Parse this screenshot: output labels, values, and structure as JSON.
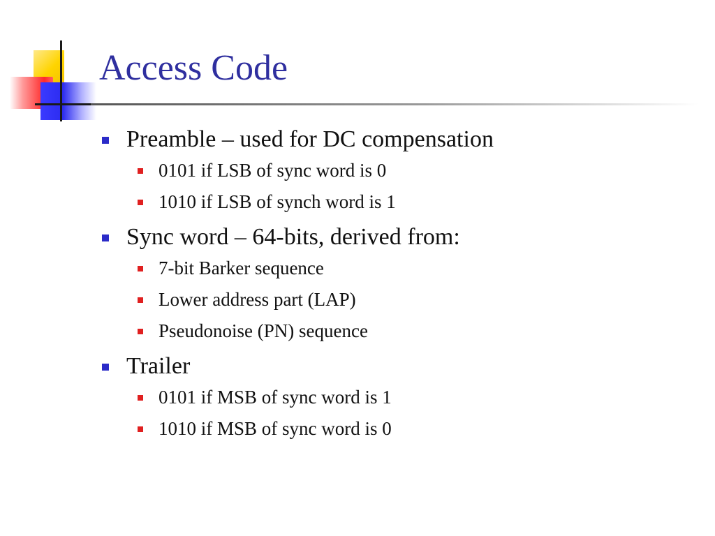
{
  "slide": {
    "title": "Access Code",
    "bullets": [
      {
        "text": "Preamble – used for DC compensation",
        "subitems": [
          "0101 if LSB of sync word is 0",
          "1010 if LSB of synch word is 1"
        ]
      },
      {
        "text": "Sync word – 64-bits, derived from:",
        "subitems": [
          "7-bit Barker sequence",
          "Lower address part (LAP)",
          "Pseudonoise (PN) sequence"
        ]
      },
      {
        "text": "Trailer",
        "subitems": [
          "0101 if MSB of sync word is 1",
          "1010 if MSB of sync word is 0"
        ]
      }
    ]
  },
  "colors": {
    "title": "#2f2f9f",
    "bullet_level1": "#2b2bc8",
    "bullet_level2": "#e02020",
    "text": "#111111"
  }
}
